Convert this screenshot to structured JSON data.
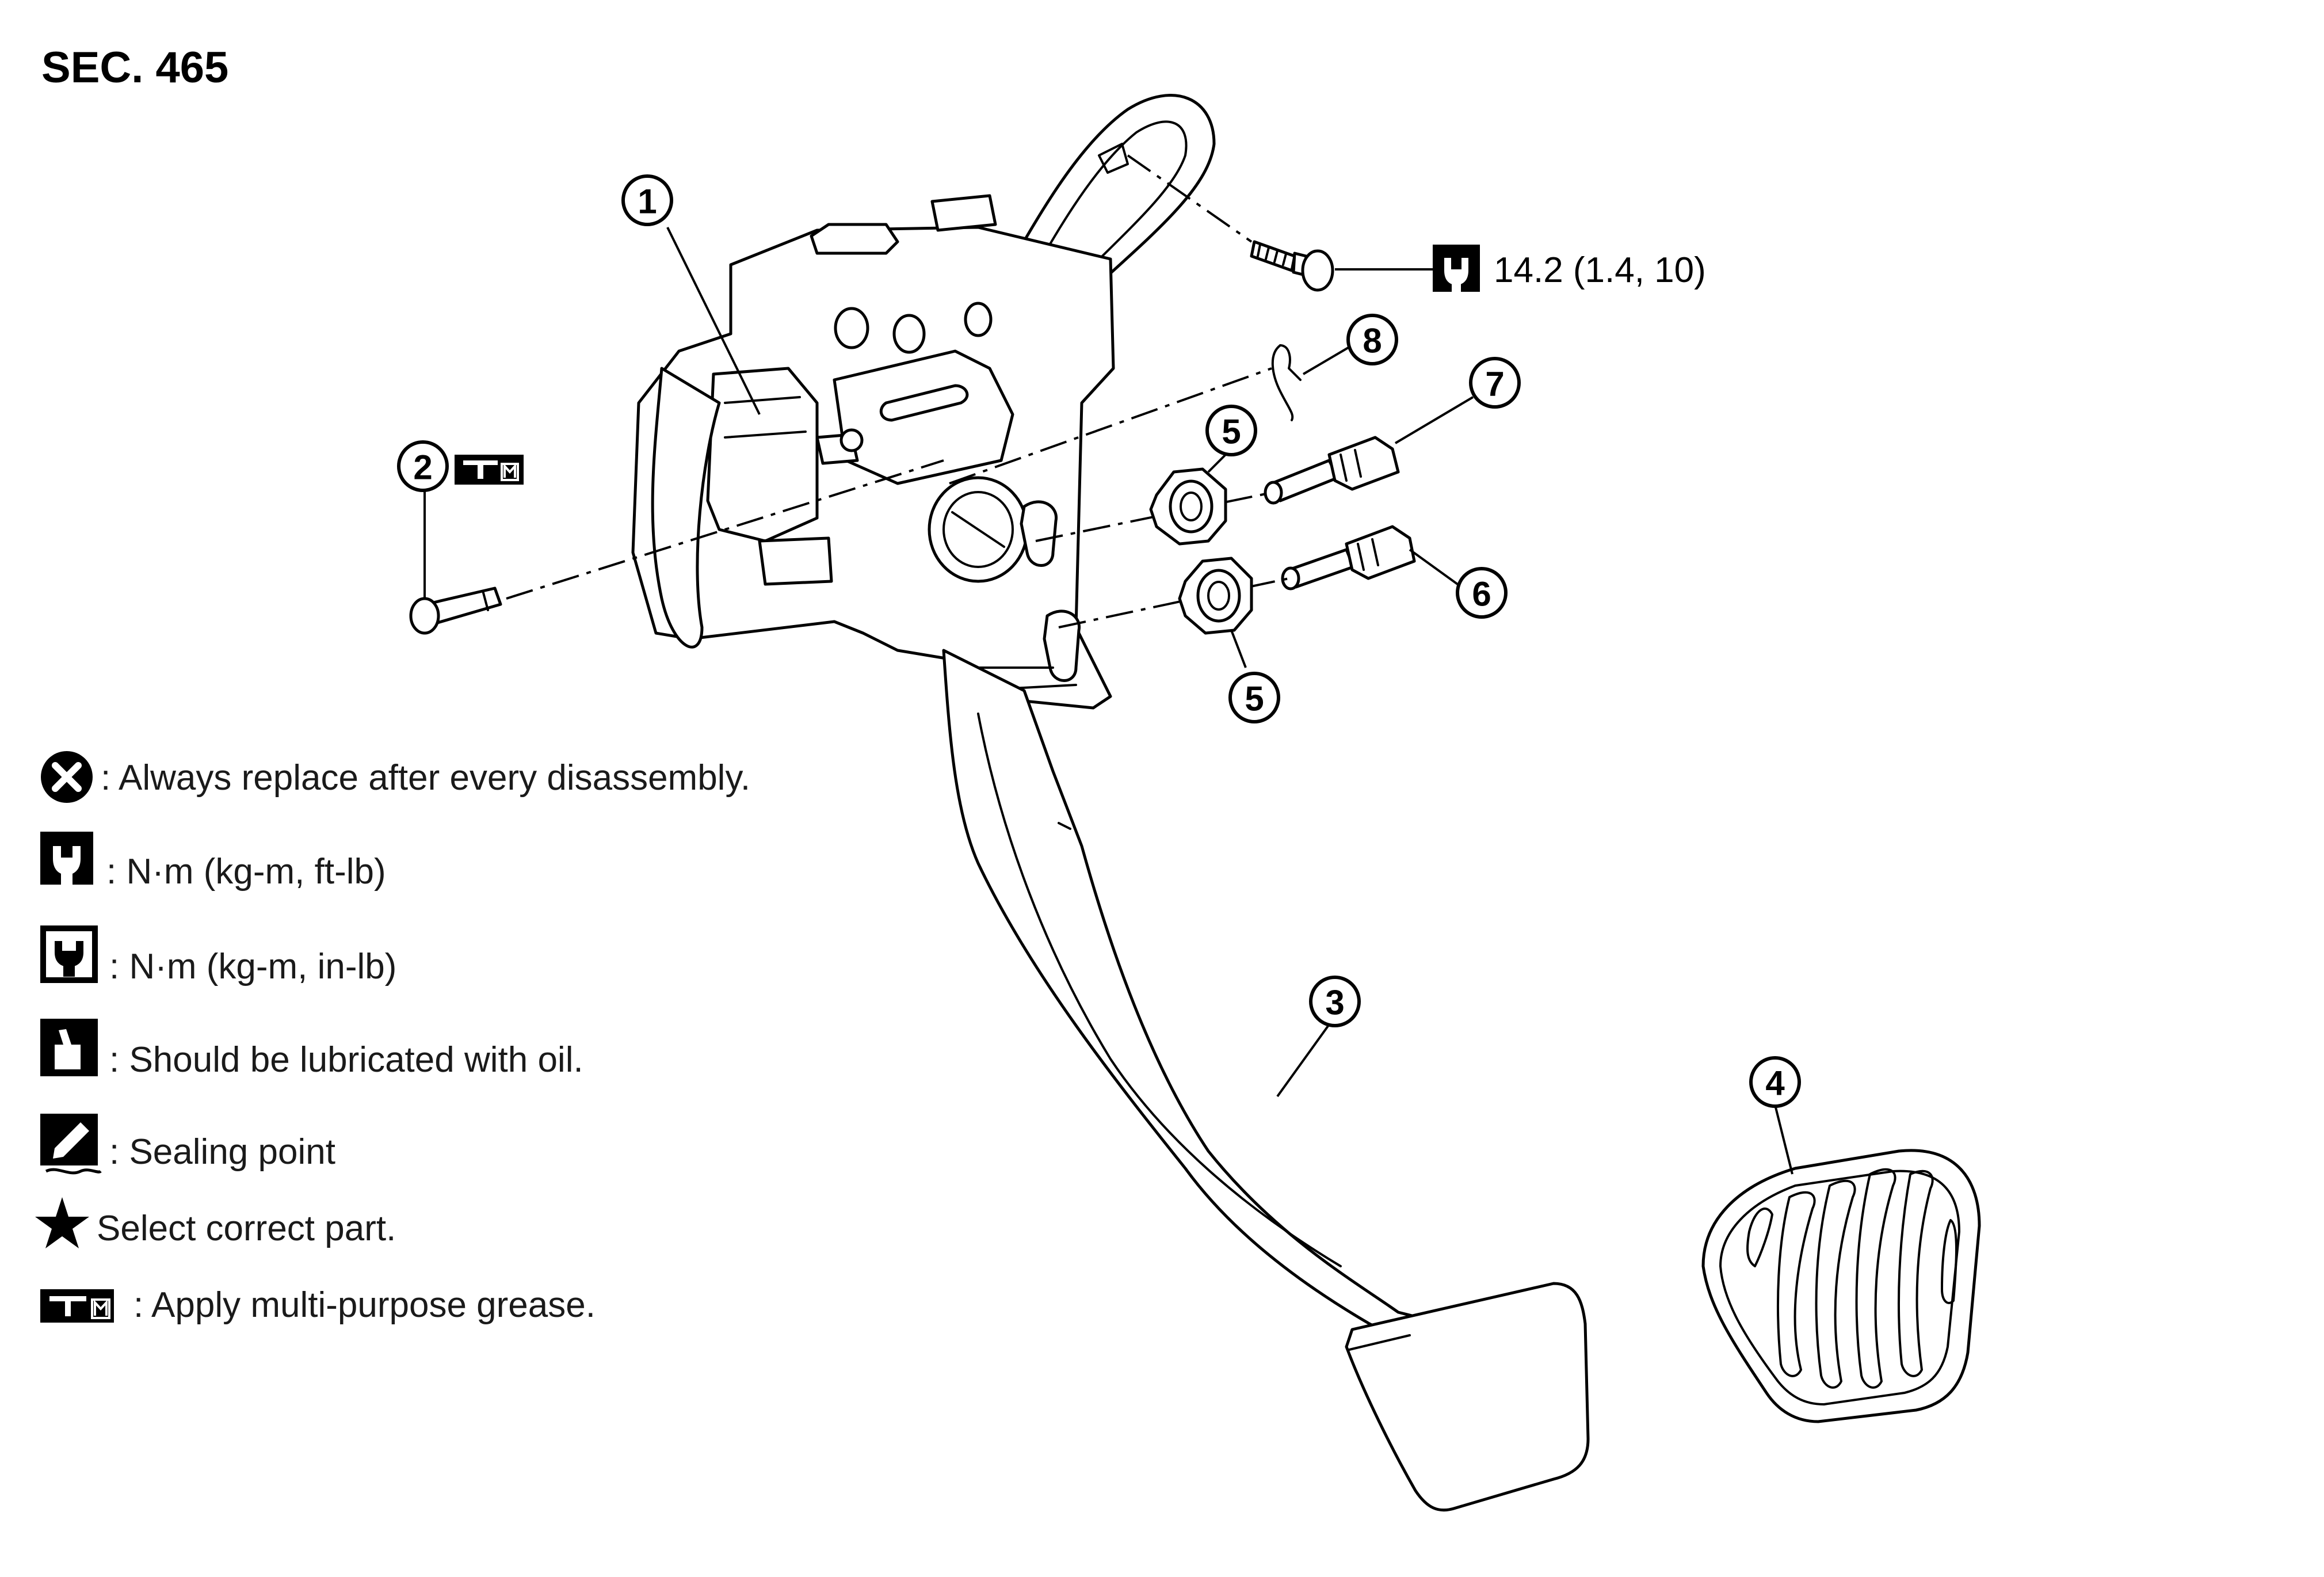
{
  "section_label": "SEC. 465",
  "torque_spec": "14.2 (1.4, 10)",
  "callouts": [
    "1",
    "2",
    "3",
    "4",
    "5",
    "5",
    "6",
    "7",
    "8"
  ],
  "legend": [
    {
      "icon": "always-replace-icon",
      "text": ": Always replace after every disassembly."
    },
    {
      "icon": "torque-wrench-ft-lb-icon",
      "text": ": N·m (kg-m, ft-lb)"
    },
    {
      "icon": "torque-wrench-in-lb-icon",
      "text": ": N·m (kg-m, in-lb)"
    },
    {
      "icon": "oil-can-icon",
      "text": ": Should be lubricated with oil."
    },
    {
      "icon": "sealing-point-icon",
      "text": ": Sealing point"
    },
    {
      "icon": "star-icon",
      "text": "Select correct part."
    },
    {
      "icon": "multi-purpose-grease-icon",
      "text": ": Apply multi-purpose grease."
    }
  ]
}
